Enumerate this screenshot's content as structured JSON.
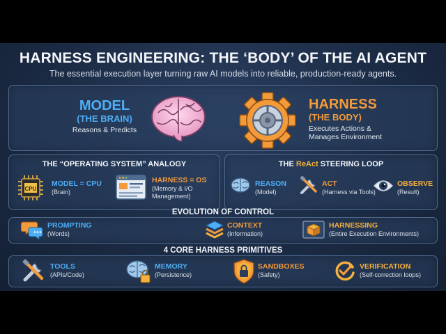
{
  "header": {
    "title": "HARNESS ENGINEERING: THE ‘BODY’ OF THE AI AGENT",
    "subtitle": "The essential execution layer turning raw AI models into reliable, production-ready agents."
  },
  "hero": {
    "model_title": "MODEL",
    "model_sub": "(THE BRAIN)",
    "model_desc": "Reasons & Predicts",
    "harness_title": "HARNESS",
    "harness_sub": "(THE BODY)",
    "harness_desc_1": "Executes Actions &",
    "harness_desc_2": "Manages Environment"
  },
  "analogy": {
    "title": "THE “OPERATING SYSTEM” ANALOGY",
    "cpu_chip_text": "CPU",
    "model_label": "MODEL = CPU",
    "model_sub": "(Brain)",
    "harness_label": "HARNESS = OS",
    "harness_sub_1": "(Memory & I/O",
    "harness_sub_2": "Management)"
  },
  "loop": {
    "title_prefix": "THE ",
    "title_highlight": "ReAct",
    "title_suffix": " STEERING LOOP",
    "reason_label": "REASON",
    "reason_sub": "(Model)",
    "act_label": "ACT",
    "act_sub": "(Harness via Tools)",
    "observe_label": "OBSERVE",
    "observe_sub": "(Result)"
  },
  "evolution": {
    "title": "EVOLUTION OF CONTROL",
    "items": [
      {
        "label": "PROMPTING",
        "sub": "(Words)"
      },
      {
        "label": "CONTEXT",
        "sub": "(Information)"
      },
      {
        "label": "HARNESSING",
        "sub": "(Entire Execution Environments)"
      }
    ]
  },
  "primitives": {
    "title": "4 CORE HARNESS PRIMITIVES",
    "items": [
      {
        "label": "TOOLS",
        "sub": "(APIs/Code)"
      },
      {
        "label": "MEMORY",
        "sub": "(Persistence)"
      },
      {
        "label": "SANDBOXES",
        "sub": "(Safety)"
      },
      {
        "label": "VERIFICATION",
        "sub": "(Self-correction loops)"
      }
    ]
  },
  "colors": {
    "model_blue": "#4eaef5",
    "harness_orange": "#f39a3a",
    "react_gold": "#f6b13c",
    "background": "#1b2b44",
    "panel_border": "#4f6a90"
  },
  "icons": [
    "brain-icon",
    "gear-shield-icon",
    "cpu-chip-icon",
    "os-window-icon",
    "tools-icon",
    "eye-icon",
    "chat-bubbles-icon",
    "stack-layers-icon",
    "cube-icon",
    "wrench-screwdriver-icon",
    "brain-lock-icon",
    "shield-lock-icon",
    "refresh-check-icon"
  ]
}
